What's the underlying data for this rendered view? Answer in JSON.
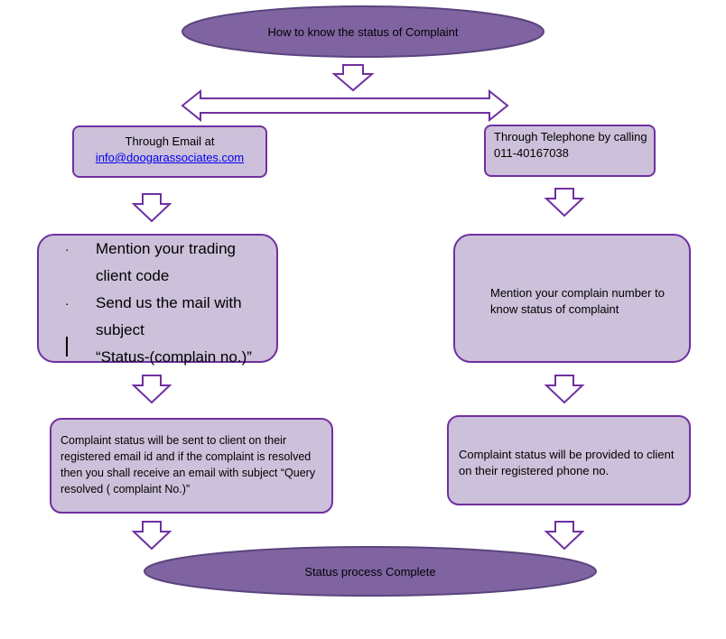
{
  "colors": {
    "oval_fill": "#8064a2",
    "oval_stroke": "#5a447e",
    "box_fill": "#ccc0da",
    "border": "#7030a0",
    "arrow_fill": "#ffffff",
    "link": "#0000ee"
  },
  "start": {
    "label": "How to know the status of Complaint"
  },
  "end": {
    "label": "Status process Complete"
  },
  "email_branch": {
    "header_text": "Through Email at",
    "email": "info@doogarassociates.com",
    "bullets": [
      "Mention your trading client code",
      "Send us the mail with subject"
    ],
    "subject_format": "“Status-(complain no.)”",
    "result": "Complaint status will be sent to client on their registered email id and if the complaint is resolved then you shall receive an email with subject “Query resolved ( complaint No.)”"
  },
  "phone_branch": {
    "header_text": "Through Telephone by calling 011-40167038",
    "instruction": "Mention your complain number to know status of complaint",
    "result": "Complaint status will be provided to client on their registered phone no."
  }
}
